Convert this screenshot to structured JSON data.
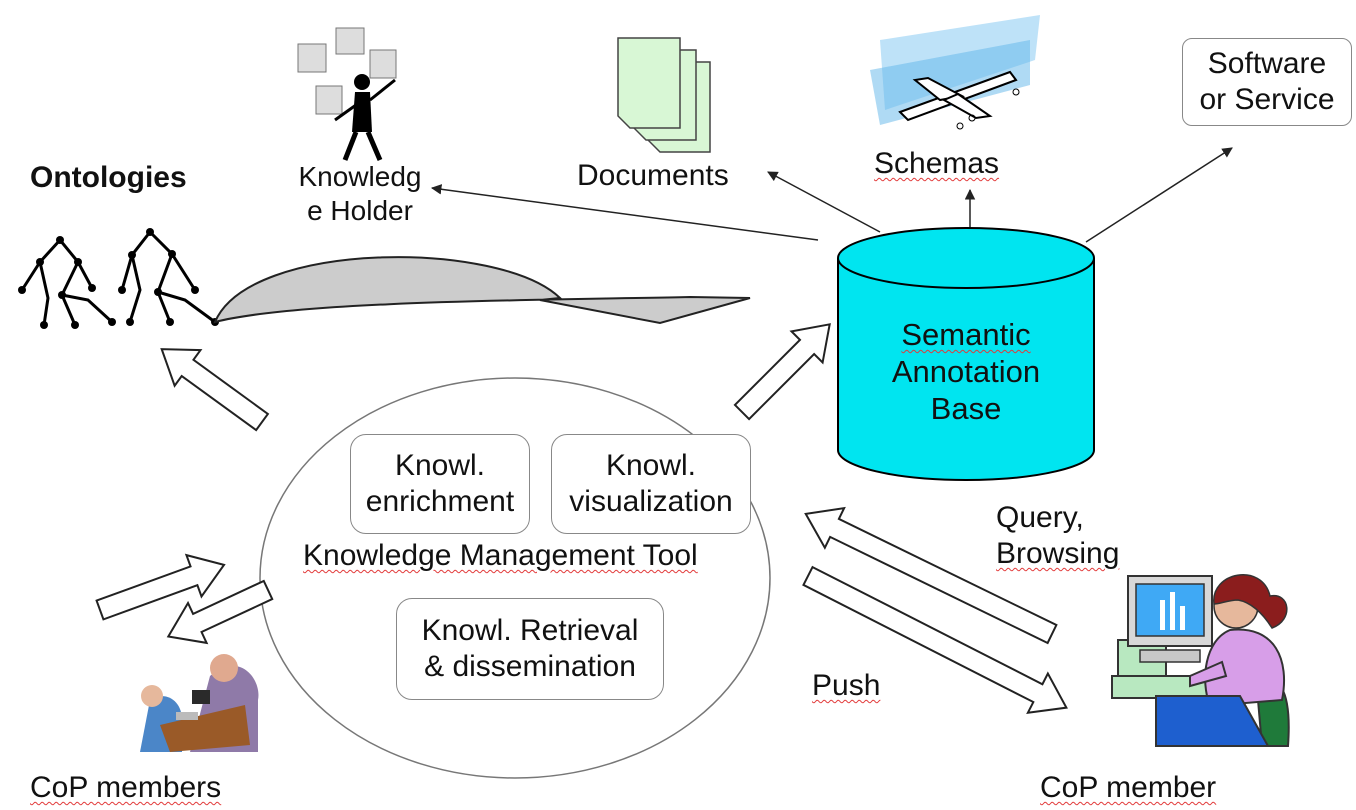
{
  "labels": {
    "ontologies": "Ontologies",
    "knowledge_holder_line1": "Knowledg",
    "knowledge_holder_line2": "e Holder",
    "documents": "Documents",
    "schemas": "Schemas",
    "software_line1": "Software",
    "software_line2": "or Service",
    "sab_line1": "Semantic",
    "sab_line2": "Annotation",
    "sab_line3": "Base",
    "enrichment_line1": "Knowl.",
    "enrichment_line2": "enrichment",
    "visualization_line1": "Knowl.",
    "visualization_line2": "visualization",
    "kmt": "Knowledge Management Tool",
    "retrieval_line1": "Knowl. Retrieval",
    "retrieval_line2": "& dissemination",
    "query_line1": "Query,",
    "query_line2": "Browsing",
    "push": "Push",
    "cop_members": "CoP members",
    "cop_member": "CoP member"
  },
  "colors": {
    "cylinder": "#00e5f0",
    "documents": "#d8f7d5",
    "ellipse_stroke": "#777777",
    "arrow_stroke": "#222222"
  },
  "icons": [
    "ontology-tree-icon",
    "knowledge-holder-clipart",
    "documents-icon",
    "airplane-icon",
    "database-cylinder",
    "team-meeting-clipart",
    "computer-user-clipart"
  ]
}
